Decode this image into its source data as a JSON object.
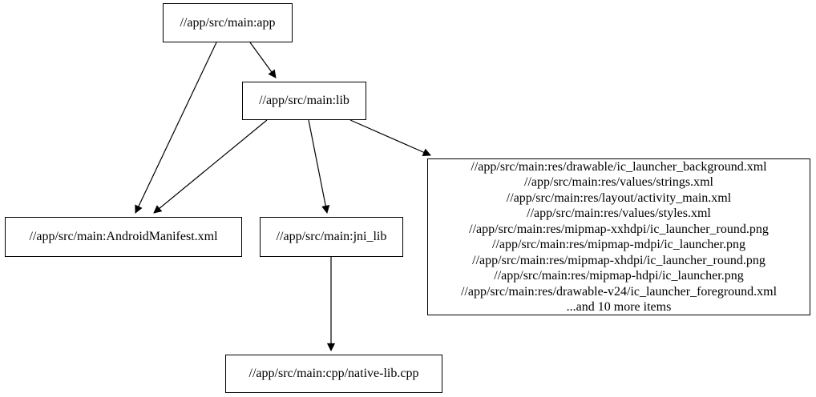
{
  "diagram": {
    "kind": "build-dependency-graph",
    "colors": {
      "background": "#ffffff",
      "node_fill": "#ffffff",
      "node_border": "#000000",
      "edge": "#000000",
      "text": "#000000"
    },
    "nodes": {
      "app": {
        "label": "//app/src/main:app"
      },
      "lib": {
        "label": "//app/src/main:lib"
      },
      "manifest": {
        "label": "//app/src/main:AndroidManifest.xml"
      },
      "jni_lib": {
        "label": "//app/src/main:jni_lib"
      },
      "res_group": {
        "lines": [
          "//app/src/main:res/drawable/ic_launcher_background.xml",
          "//app/src/main:res/values/strings.xml",
          "//app/src/main:res/layout/activity_main.xml",
          "//app/src/main:res/values/styles.xml",
          "//app/src/main:res/mipmap-xxhdpi/ic_launcher_round.png",
          "//app/src/main:res/mipmap-mdpi/ic_launcher.png",
          "//app/src/main:res/mipmap-xhdpi/ic_launcher_round.png",
          "//app/src/main:res/mipmap-hdpi/ic_launcher.png",
          "//app/src/main:res/drawable-v24/ic_launcher_foreground.xml",
          "...and 10 more items"
        ]
      },
      "native_cpp": {
        "label": "//app/src/main:cpp/native-lib.cpp"
      }
    },
    "edges": [
      {
        "from": "//app/src/main:app",
        "to": "//app/src/main:lib"
      },
      {
        "from": "//app/src/main:app",
        "to": "//app/src/main:AndroidManifest.xml"
      },
      {
        "from": "//app/src/main:lib",
        "to": "//app/src/main:AndroidManifest.xml"
      },
      {
        "from": "//app/src/main:lib",
        "to": "//app/src/main:jni_lib"
      },
      {
        "from": "//app/src/main:lib",
        "to": "res_group"
      },
      {
        "from": "//app/src/main:jni_lib",
        "to": "//app/src/main:cpp/native-lib.cpp"
      }
    ]
  }
}
